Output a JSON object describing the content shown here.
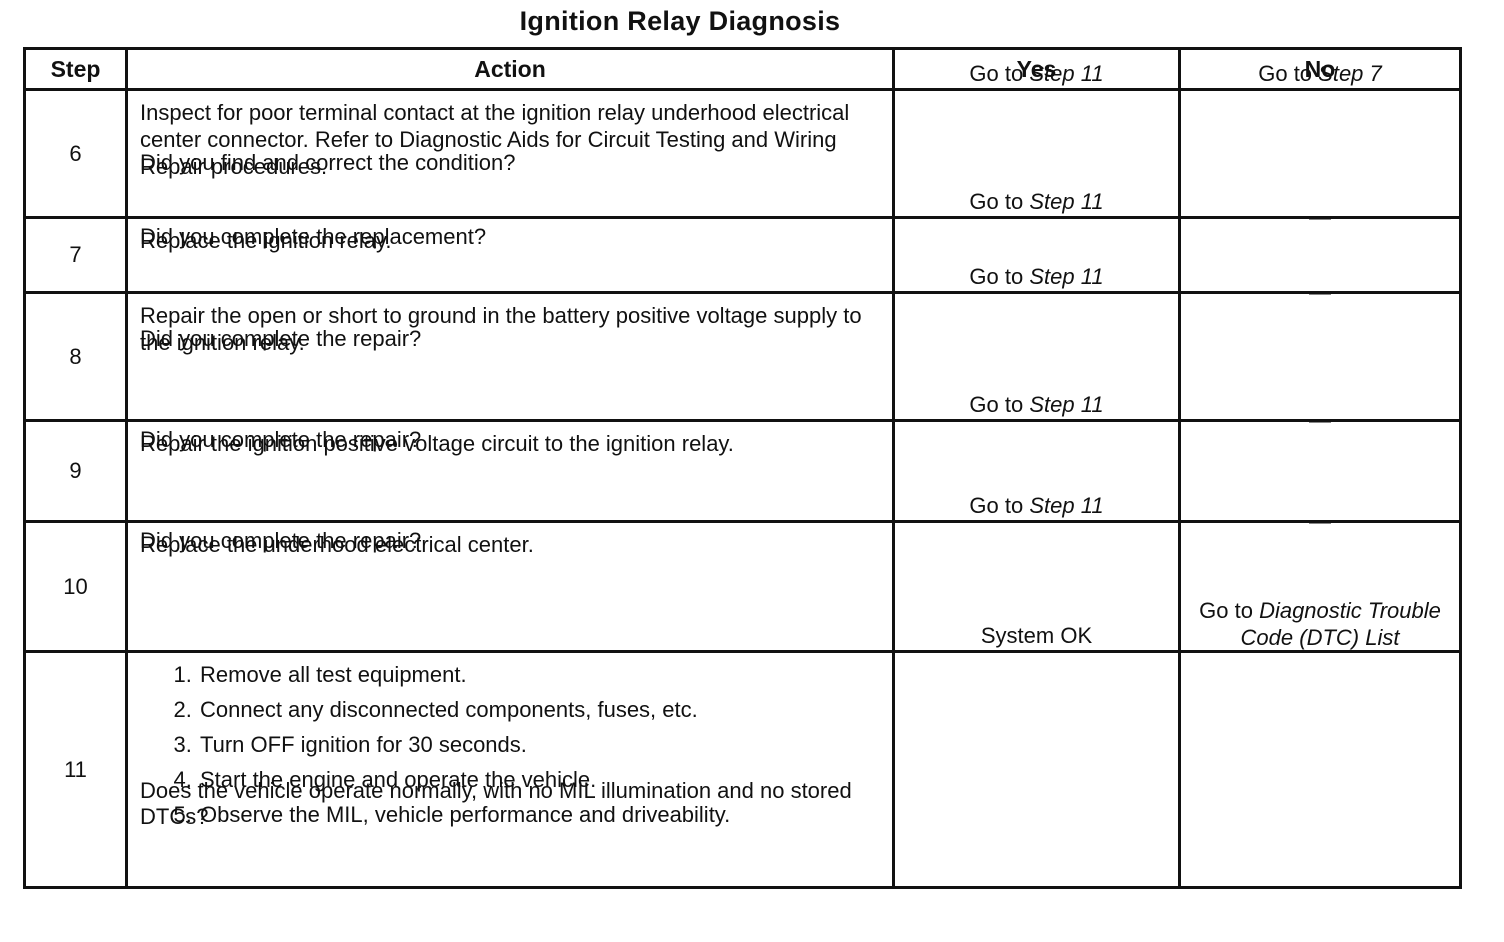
{
  "title": "Ignition Relay Diagnosis",
  "headers": {
    "step": "Step",
    "action": "Action",
    "yes": "Yes",
    "no": "No"
  },
  "rows": [
    {
      "step": "6",
      "action": "Inspect for poor terminal contact at the ignition relay underhood electrical center connector. Refer to Diagnostic Aids for Circuit Testing and Wiring Repair procedures.",
      "question": "Did you find and correct the condition?",
      "yes_prefix": "Go to ",
      "yes_italic": "Step 11",
      "no_prefix": "Go to ",
      "no_italic": "Step 7"
    },
    {
      "step": "7",
      "action": "Replace the ignition relay.",
      "question": "Did you complete the replacement?",
      "yes_prefix": "Go to ",
      "yes_italic": "Step 11",
      "no": "—"
    },
    {
      "step": "8",
      "action": "Repair the open or short to ground in the battery positive voltage supply to the ignition relay.",
      "question": "Did you complete the repair?",
      "yes_prefix": "Go to ",
      "yes_italic": "Step 11",
      "no": "—"
    },
    {
      "step": "9",
      "action": "Repair the ignition positive voltage circuit to the ignition relay.",
      "question": "Did you complete the repair?",
      "yes_prefix": "Go to ",
      "yes_italic": "Step 11",
      "no": "—"
    },
    {
      "step": "10",
      "action": "Replace the underhood electrical center.",
      "question": "Did you complete the repair?",
      "yes_prefix": "Go to ",
      "yes_italic": "Step 11",
      "no": "—"
    },
    {
      "step": "11",
      "list": [
        "Remove all test equipment.",
        "Connect any disconnected components, fuses, etc.",
        "Turn OFF ignition for 30 seconds.",
        "Start the engine and operate the vehicle.",
        "Observe the MIL, vehicle performance and driveability."
      ],
      "question": "Does the vehicle operate normally, with no MIL illumination and no stored DTCs?",
      "yes": "System OK",
      "no_prefix": "Go to ",
      "no_italic": "Diagnostic Trouble Code (DTC) List"
    }
  ]
}
